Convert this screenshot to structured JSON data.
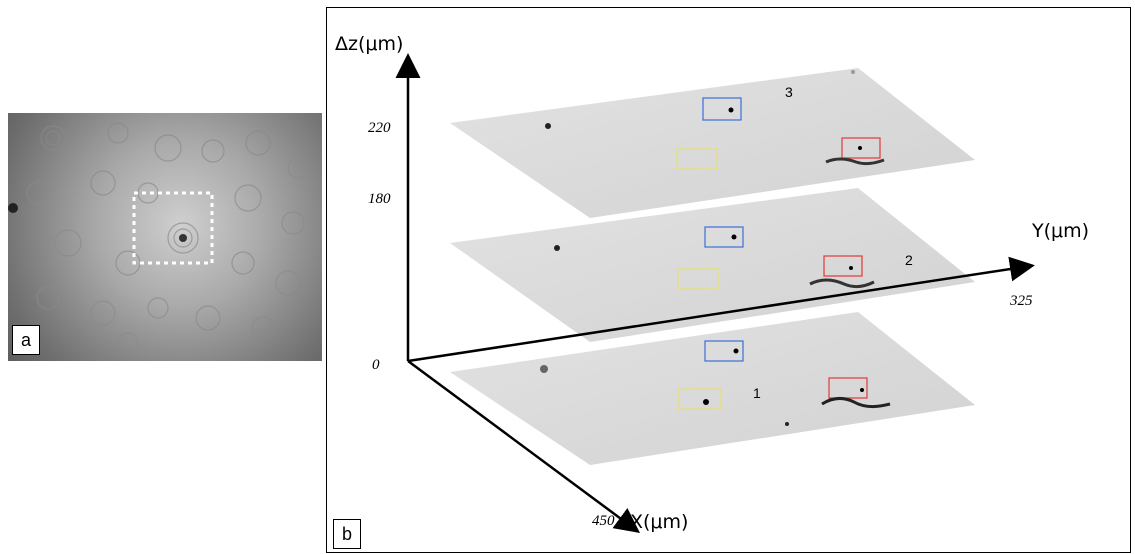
{
  "panel_a": {
    "label": "a"
  },
  "panel_b": {
    "label": "b",
    "axes": {
      "z_label": "Δz(μm)",
      "y_label": "Y(μm)",
      "x_label": "X(μm)",
      "z_ticks": [
        "220",
        "180",
        "0"
      ],
      "y_end": "325",
      "x_end": "450"
    },
    "plane_markers": [
      "1",
      "2",
      "3"
    ],
    "box_colors": {
      "blue": "#3a6fd8",
      "red": "#e23a3a",
      "yellow": "#e8e070"
    }
  }
}
